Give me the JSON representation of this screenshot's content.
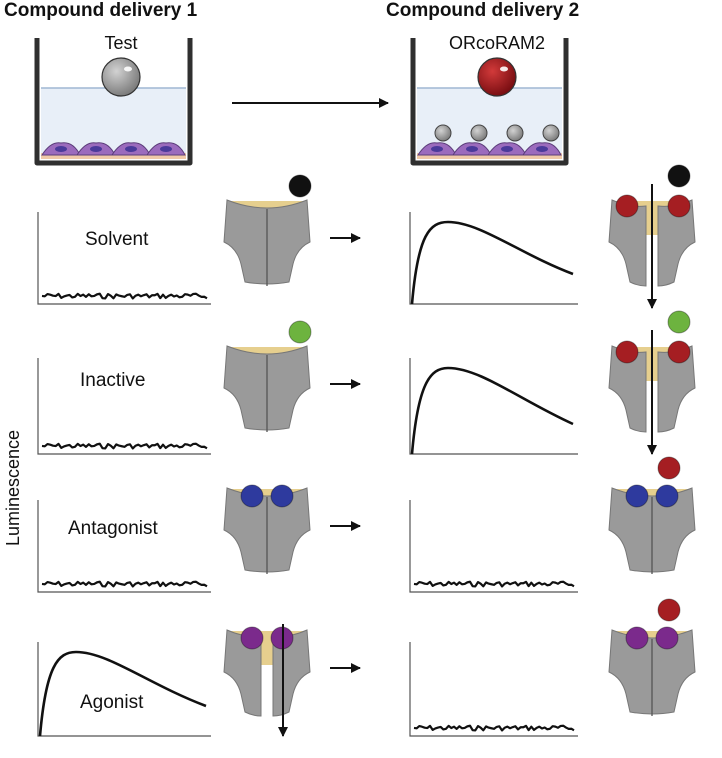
{
  "header": {
    "delivery1": "Compound delivery 1",
    "delivery2": "Compound delivery 2"
  },
  "wells": {
    "test_label": "Test",
    "oram_label": "ORcoRAM2"
  },
  "y_axis_label": "Luminescence",
  "rows": [
    {
      "label": "Solvent",
      "ligand1": "black",
      "response1": "flat",
      "channel1": "closed",
      "response2": "peak",
      "channel2": "open"
    },
    {
      "label": "Inactive",
      "ligand1": "green",
      "response1": "flat",
      "channel1": "closed",
      "response2": "peak",
      "channel2": "open"
    },
    {
      "label": "Antagonist",
      "ligand1": "blue",
      "response1": "flat",
      "channel1": "closed",
      "response2": "flat",
      "channel2": "closed"
    },
    {
      "label": "Agonist",
      "ligand1": "purple",
      "response1": "peak",
      "channel1": "open",
      "response2": "flat",
      "channel2": "closed"
    }
  ],
  "colors": {
    "black": "#111111",
    "green": "#6db33f",
    "blue": "#2e3a9e",
    "purple": "#7b2a8c",
    "red": "#a51e22",
    "receptor": "#9a9a9a",
    "membrane": "#e6cf8e",
    "cells": "#9b6bbd",
    "liquid": "#e8eff8"
  }
}
